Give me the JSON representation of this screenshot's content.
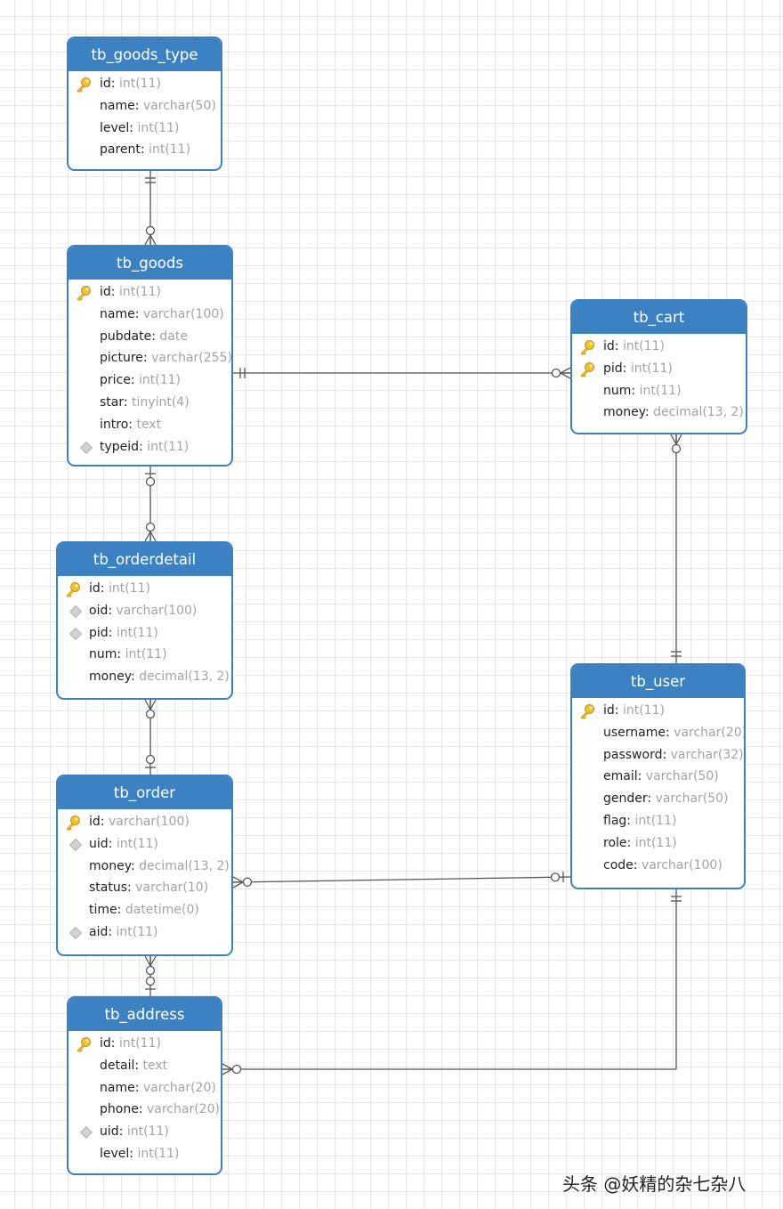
{
  "entities": [
    {
      "name": "tb_goods_type",
      "fields": [
        {
          "name": "id",
          "type": "int(11)",
          "key": "pk"
        },
        {
          "name": "name",
          "type": "varchar(50)",
          "key": ""
        },
        {
          "name": "level",
          "type": "int(11)",
          "key": ""
        },
        {
          "name": "parent",
          "type": "int(11)",
          "key": ""
        }
      ]
    },
    {
      "name": "tb_goods",
      "fields": [
        {
          "name": "id",
          "type": "int(11)",
          "key": "pk"
        },
        {
          "name": "name",
          "type": "varchar(100)",
          "key": ""
        },
        {
          "name": "pubdate",
          "type": "date",
          "key": ""
        },
        {
          "name": "picture",
          "type": "varchar(255)",
          "key": ""
        },
        {
          "name": "price",
          "type": "int(11)",
          "key": ""
        },
        {
          "name": "star",
          "type": "tinyint(4)",
          "key": ""
        },
        {
          "name": "intro",
          "type": "text",
          "key": ""
        },
        {
          "name": "typeid",
          "type": "int(11)",
          "key": "fk"
        }
      ]
    },
    {
      "name": "tb_cart",
      "fields": [
        {
          "name": "id",
          "type": "int(11)",
          "key": "pk"
        },
        {
          "name": "pid",
          "type": "int(11)",
          "key": "pk"
        },
        {
          "name": "num",
          "type": "int(11)",
          "key": ""
        },
        {
          "name": "money",
          "type": "decimal(13, 2)",
          "key": ""
        }
      ]
    },
    {
      "name": "tb_orderdetail",
      "fields": [
        {
          "name": "id",
          "type": "int(11)",
          "key": "pk"
        },
        {
          "name": "oid",
          "type": "varchar(100)",
          "key": "fk"
        },
        {
          "name": "pid",
          "type": "int(11)",
          "key": "fk"
        },
        {
          "name": "num",
          "type": "int(11)",
          "key": ""
        },
        {
          "name": "money",
          "type": "decimal(13, 2)",
          "key": ""
        }
      ]
    },
    {
      "name": "tb_user",
      "fields": [
        {
          "name": "id",
          "type": "int(11)",
          "key": "pk"
        },
        {
          "name": "username",
          "type": "varchar(20)",
          "key": ""
        },
        {
          "name": "password",
          "type": "varchar(32)",
          "key": ""
        },
        {
          "name": "email",
          "type": "varchar(50)",
          "key": ""
        },
        {
          "name": "gender",
          "type": "varchar(50)",
          "key": ""
        },
        {
          "name": "flag",
          "type": "int(11)",
          "key": ""
        },
        {
          "name": "role",
          "type": "int(11)",
          "key": ""
        },
        {
          "name": "code",
          "type": "varchar(100)",
          "key": ""
        }
      ]
    },
    {
      "name": "tb_order",
      "fields": [
        {
          "name": "id",
          "type": "varchar(100)",
          "key": "pk"
        },
        {
          "name": "uid",
          "type": "int(11)",
          "key": "fk"
        },
        {
          "name": "money",
          "type": "decimal(13, 2)",
          "key": ""
        },
        {
          "name": "status",
          "type": "varchar(10)",
          "key": ""
        },
        {
          "name": "time",
          "type": "datetime(0)",
          "key": ""
        },
        {
          "name": "aid",
          "type": "int(11)",
          "key": "fk"
        }
      ]
    },
    {
      "name": "tb_address",
      "fields": [
        {
          "name": "id",
          "type": "int(11)",
          "key": "pk"
        },
        {
          "name": "detail",
          "type": "text",
          "key": ""
        },
        {
          "name": "name",
          "type": "varchar(20)",
          "key": ""
        },
        {
          "name": "phone",
          "type": "varchar(20)",
          "key": ""
        },
        {
          "name": "uid",
          "type": "int(11)",
          "key": "fk"
        },
        {
          "name": "level",
          "type": "int(11)",
          "key": ""
        }
      ]
    }
  ],
  "relationships": [
    {
      "from": "tb_goods_type",
      "to": "tb_goods",
      "from_card": "one-and-only-one",
      "to_card": "zero-or-many"
    },
    {
      "from": "tb_goods",
      "to": "tb_cart",
      "from_card": "one-and-only-one",
      "to_card": "zero-or-many"
    },
    {
      "from": "tb_goods",
      "to": "tb_orderdetail",
      "from_card": "zero-or-one",
      "to_card": "zero-or-many"
    },
    {
      "from": "tb_orderdetail",
      "to": "tb_order",
      "from_card": "zero-or-many",
      "to_card": "zero-or-one"
    },
    {
      "from": "tb_cart",
      "to": "tb_user",
      "from_card": "zero-or-many",
      "to_card": "one-and-only-one"
    },
    {
      "from": "tb_order",
      "to": "tb_user",
      "from_card": "zero-or-many",
      "to_card": "zero-or-one"
    },
    {
      "from": "tb_order",
      "to": "tb_address",
      "from_card": "zero-or-many",
      "to_card": "zero-or-one"
    },
    {
      "from": "tb_address",
      "to": "tb_user",
      "from_card": "zero-or-many",
      "to_card": "one-and-only-one"
    }
  ],
  "colors": {
    "header": "#3c82c3",
    "border": "#3c82c3",
    "field_type": "#a3a3a3",
    "key_icon": "#f2c230",
    "line": "#555555"
  },
  "icons": {
    "primary_key": "key-icon",
    "foreign_key": "diamond-icon"
  },
  "watermark": "头条 @妖精的杂七杂八"
}
